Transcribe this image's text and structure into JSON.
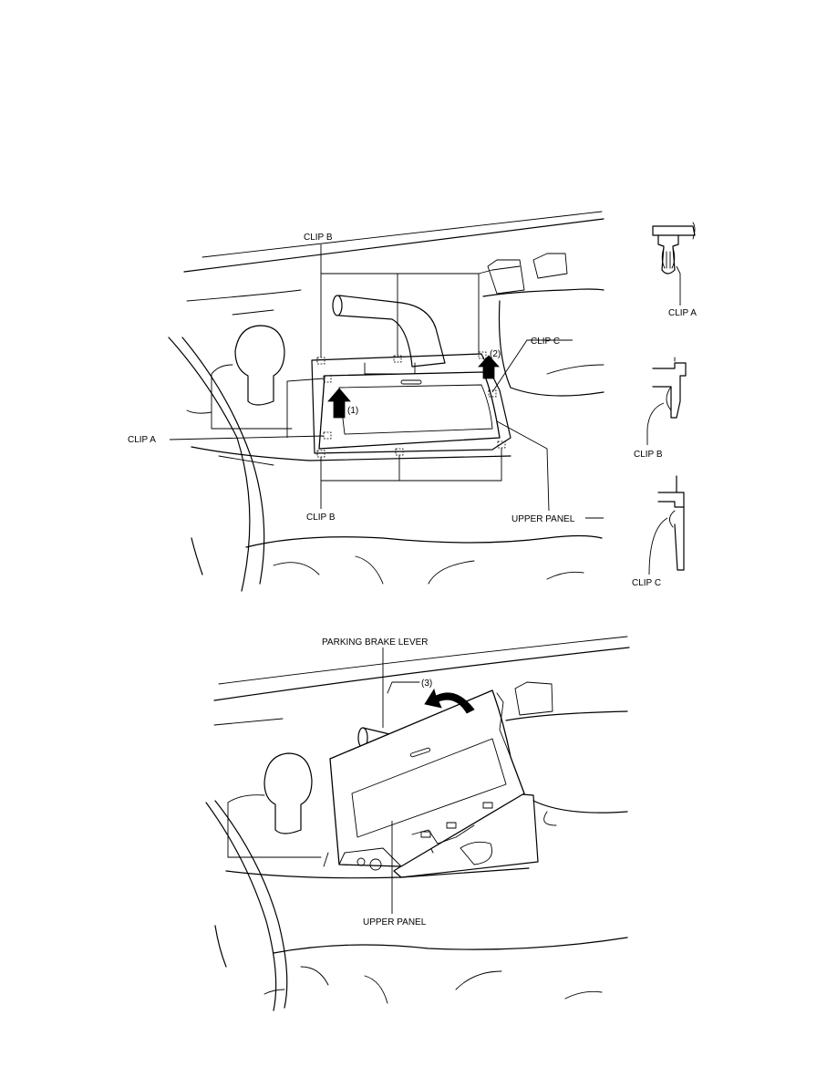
{
  "figure_top": {
    "labels": {
      "clip_b_top": "CLIP B",
      "clip_c": "CLIP C",
      "clip_a": "CLIP A",
      "clip_b_bottom": "CLIP B",
      "upper_panel": "UPPER PANEL",
      "step1": "(1)",
      "step2": "(2)"
    }
  },
  "clip_details": {
    "clip_a": "CLIP A",
    "clip_b": "CLIP B",
    "clip_c": "CLIP C"
  },
  "figure_bottom": {
    "labels": {
      "parking_brake_lever": "PARKING BRAKE LEVER",
      "step3": "(3)",
      "upper_panel": "UPPER PANEL"
    }
  }
}
